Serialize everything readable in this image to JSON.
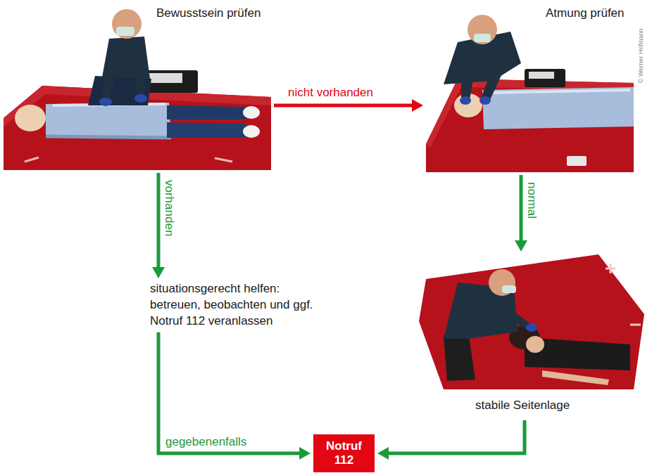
{
  "diagram": {
    "nodes": [
      {
        "text": [
          "Bewusstsein prüfen"
        ]
      },
      {
        "text": [
          "Atmung prüfen"
        ]
      },
      {
        "text": [
          "situationsgerecht helfen: betreuen, beobachten und ggf. Notruf 112 veranlassen"
        ]
      },
      {
        "text": [
          "stabile Seitenlage"
        ]
      },
      {
        "text": [
          "Notruf 112"
        ]
      }
    ],
    "edges": [
      {
        "from": 0,
        "to": 1,
        "arrow": "to",
        "label": "nicht vorhanden"
      },
      {
        "from": 0,
        "to": 2,
        "arrow": "to",
        "label": "vorhanden"
      },
      {
        "from": 1,
        "to": 3,
        "arrow": "to",
        "label": "normal"
      },
      {
        "from": 2,
        "to": 4,
        "arrow": "to",
        "label": "gegebenenfalls"
      },
      {
        "from": 3,
        "to": 4,
        "arrow": "to"
      }
    ],
    "labels": [
      "© Werner Hofmann"
    ]
  }
}
